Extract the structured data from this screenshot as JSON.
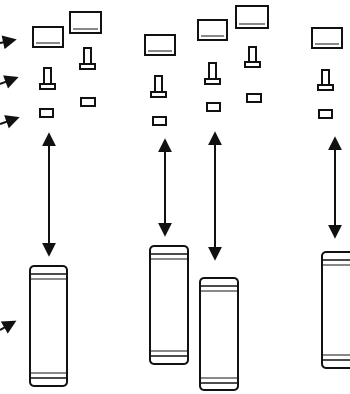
{
  "diagram": {
    "ink_color": "#111111",
    "fill_color": "#ffffff",
    "groups": [
      {
        "id": "group-1",
        "arrow": "bidirectional"
      },
      {
        "id": "group-2",
        "arrow": "bidirectional"
      },
      {
        "id": "group-3",
        "arrow": "bidirectional"
      }
    ],
    "shape_kinds": [
      "rectangular-block",
      "small-vertical-post",
      "small-flat-block",
      "tall-capsule"
    ]
  }
}
